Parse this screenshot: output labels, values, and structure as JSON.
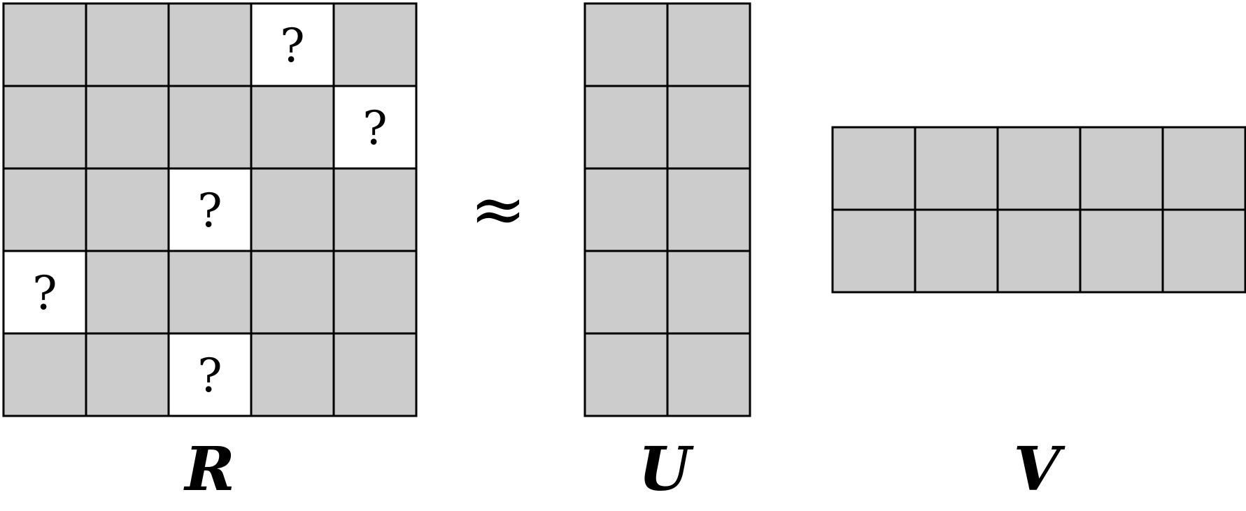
{
  "colors": {
    "filled_cell": "#cccccc",
    "empty_cell": "#ffffff",
    "grid_line": "#000000",
    "text": "#000000"
  },
  "relation_symbol": "≈",
  "matrices": [
    {
      "id": "R",
      "label": "R",
      "rows": 5,
      "cols": 5,
      "missing_cells": [
        [
          0,
          3
        ],
        [
          1,
          4
        ],
        [
          2,
          2
        ],
        [
          3,
          0
        ],
        [
          4,
          2
        ]
      ],
      "missing_marker": "?"
    },
    {
      "id": "U",
      "label": "U",
      "rows": 5,
      "cols": 2,
      "missing_cells": [],
      "missing_marker": "?"
    },
    {
      "id": "V",
      "label": "V",
      "rows": 2,
      "cols": 5,
      "missing_cells": [],
      "missing_marker": "?"
    }
  ]
}
